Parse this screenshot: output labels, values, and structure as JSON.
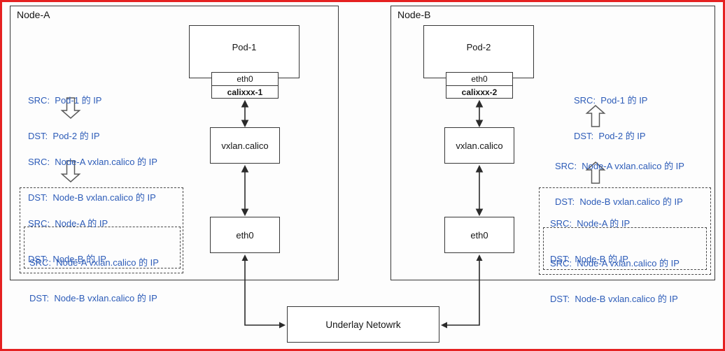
{
  "colors": {
    "frame_red": "#e52121",
    "box_border": "#383838",
    "annotation_blue": "#2d5cb8"
  },
  "underlay": {
    "label": "Underlay Netowrk"
  },
  "node_a": {
    "title": "Node-A",
    "pod_label": "Pod-1",
    "pod_eth_label": "eth0",
    "cali_label": "calixxx-1",
    "vxlan_label": "vxlan.calico",
    "eth_label": "eth0",
    "ann_pod": {
      "src": "SRC:  Pod-1 的 IP",
      "dst": "DST:  Pod-2 的 IP"
    },
    "ann_vxlan": {
      "src": "SRC:  Node-A vxlan.calico 的 IP",
      "dst": "DST:  Node-B vxlan.calico 的 IP"
    },
    "ann_outer": {
      "src": "SRC:  Node-A 的 IP",
      "dst": "DST:  Node-B 的 IP"
    },
    "ann_inner": {
      "src": "SRC:  Node-A vxlan.calico 的 IP",
      "dst": "DST:  Node-B vxlan.calico 的 IP"
    }
  },
  "node_b": {
    "title": "Node-B",
    "pod_label": "Pod-2",
    "pod_eth_label": "eth0",
    "cali_label": "calixxx-2",
    "vxlan_label": "vxlan.calico",
    "eth_label": "eth0",
    "ann_pod": {
      "src": "SRC:  Pod-1 的 IP",
      "dst": "DST:  Pod-2 的 IP"
    },
    "ann_vxlan": {
      "src": "SRC:  Node-A vxlan.calico 的 IP",
      "dst": "DST:  Node-B vxlan.calico 的 IP"
    },
    "ann_outer": {
      "src": "SRC:  Node-A 的 IP",
      "dst": "DST:  Node-B 的 IP"
    },
    "ann_inner": {
      "src": "SRC:  Node-A vxlan.calico 的 IP",
      "dst": "DST:  Node-B vxlan.calico 的 IP"
    }
  }
}
